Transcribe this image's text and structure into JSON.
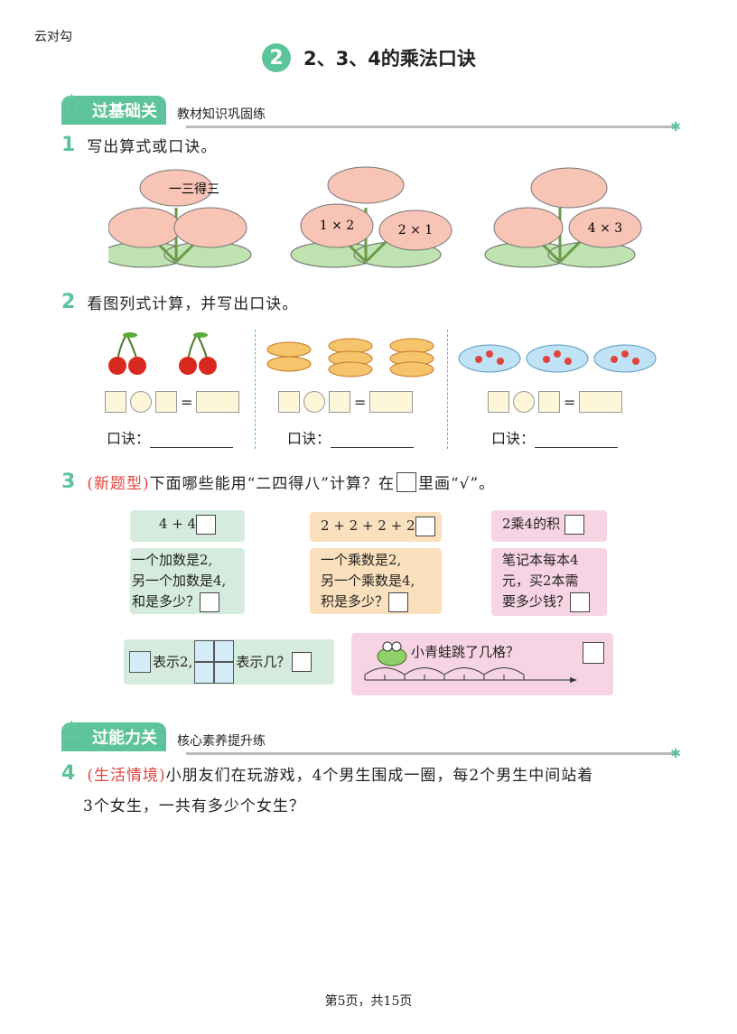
{
  "brand": "云对勾",
  "title": {
    "badge": "2",
    "text": "2、3、4的乘法口诀"
  },
  "section1": {
    "label": "过基础关",
    "sub": "教材知识巩固练"
  },
  "q1": {
    "num": "1",
    "text": "写出算式或口诀。",
    "flowers": [
      "一三得三",
      "1 × 2",
      "2 × 1",
      "4 × 3"
    ]
  },
  "q2": {
    "num": "2",
    "text": "看图列式计算，并写出口诀。",
    "equals": "=",
    "koujue": "口诀："
  },
  "q3": {
    "num": "3",
    "tag": "(新题型)",
    "text1": "下面哪些能用“二四得八”计算？在",
    "text2": "里画“√”。",
    "cards": [
      "4 + 4",
      "2 + 2 + 2 + 2",
      "2乘4的积"
    ],
    "green2": [
      "一个加数是2,",
      "另一个加数是4,",
      "和是多少？"
    ],
    "orange2": [
      "一个乘数是2,",
      "另一个乘数是4,",
      "积是多少？"
    ],
    "pink2": [
      "笔记本每本4",
      "元，买2本需",
      "要多少钱？"
    ],
    "grid_a": "表示2,",
    "grid_b": "表示几？",
    "frog": "小青蛙跳了几格？"
  },
  "section2": {
    "label": "过能力关",
    "sub": "核心素养提升练"
  },
  "q4": {
    "num": "4",
    "tag": "(生活情境)",
    "line1": "小朋友们在玩游戏，4个男生围成一圈，每2个男生中间站着",
    "line2": "3个女生，一共有多少个女生？"
  },
  "footer": "第5页，共15页",
  "colors": {
    "accent": "#5cc39a",
    "red": "#e0443c"
  }
}
